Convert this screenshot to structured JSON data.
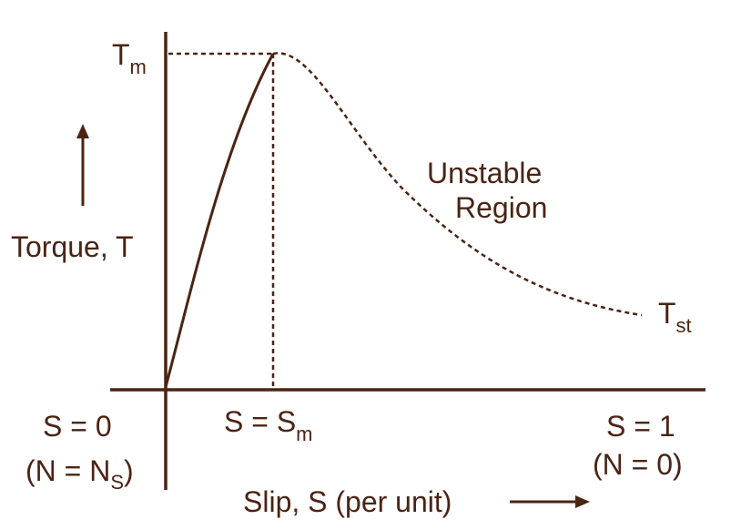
{
  "colors": {
    "ink": "#4a2414",
    "background": "#ffffff"
  },
  "labels": {
    "t_max": {
      "main": "T",
      "sub": "m"
    },
    "t_start": {
      "main": "T",
      "sub": "st"
    },
    "y_axis": "Torque, T",
    "region_line1": "Unstable",
    "region_line2": "Region",
    "s_zero": "S = 0",
    "n_sync": {
      "main": "(N = N",
      "sub": "S",
      "end": ")"
    },
    "s_max": {
      "main": "S = S",
      "sub": "m"
    },
    "s_one": "S = 1",
    "n_zero": "(N = 0)",
    "x_axis": "Slip, S (per unit)"
  },
  "curve": {
    "stable_segment": "solid",
    "unstable_segment": "dashed",
    "peak_marker_lines": "dashed"
  },
  "icons": {
    "y_arrow": "arrow-up-icon",
    "x_arrow": "arrow-right-icon"
  }
}
